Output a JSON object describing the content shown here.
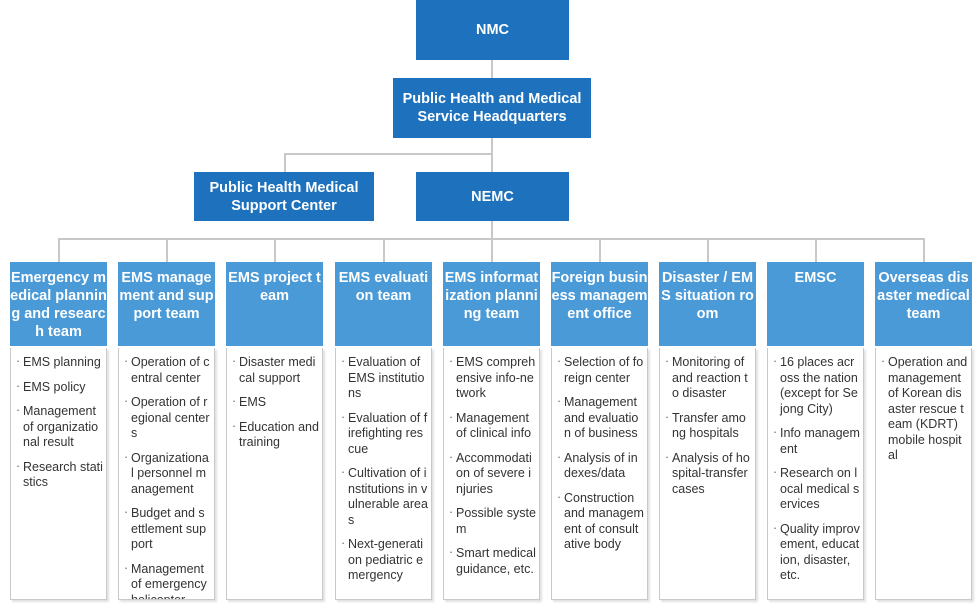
{
  "nodes": {
    "nmc": "NMC",
    "hq": "Public Health and Medical Service Headquarters",
    "support_center": "Public Health Medical Support Center",
    "nemc": "NEMC"
  },
  "teams": [
    {
      "name": "Emergency medical planning and research team",
      "items": [
        "EMS planning",
        "EMS policy",
        "Management of organizational result",
        "Research statistics"
      ]
    },
    {
      "name": "EMS management and support team",
      "items": [
        "Operation of central center",
        "Operation of regional centers",
        "Organizational personnel management",
        "Budget and settlement support",
        "Management of emergency helicopter"
      ]
    },
    {
      "name": "EMS project team",
      "items": [
        "Disaster medical support",
        "EMS",
        "Education and training"
      ]
    },
    {
      "name": "EMS evaluation team",
      "items": [
        "Evaluation of EMS institutions",
        "Evaluation of firefighting rescue",
        "Cultivation of institutions in vulnerable areas",
        "Next-generation pediatric emergency"
      ]
    },
    {
      "name": "EMS informatization planning team",
      "items": [
        "EMS comprehensive info-network",
        "Management of clinical info",
        "Accommodation of severe injuries",
        "Possible system",
        "Smart medical guidance, etc."
      ]
    },
    {
      "name": "Foreign business management office",
      "items": [
        "Selection of foreign center",
        "Management and evaluation of business",
        "Analysis of indexes/data",
        "Construction and management of consultative body"
      ]
    },
    {
      "name": "Disaster / EMS situation room",
      "items": [
        "Monitoring of and reaction to disaster",
        "Transfer among hospitals",
        "Analysis of hospital-transfer cases"
      ]
    },
    {
      "name": "EMSC",
      "items": [
        "16 places across the nation (except for Sejong City)",
        "Info management",
        "Research on local medical services",
        "Quality improvement, education, disaster, etc."
      ]
    },
    {
      "name": "Overseas disaster medical team",
      "items": [
        "Operation and management of Korean disaster rescue team (KDRT) mobile hospital"
      ]
    }
  ]
}
